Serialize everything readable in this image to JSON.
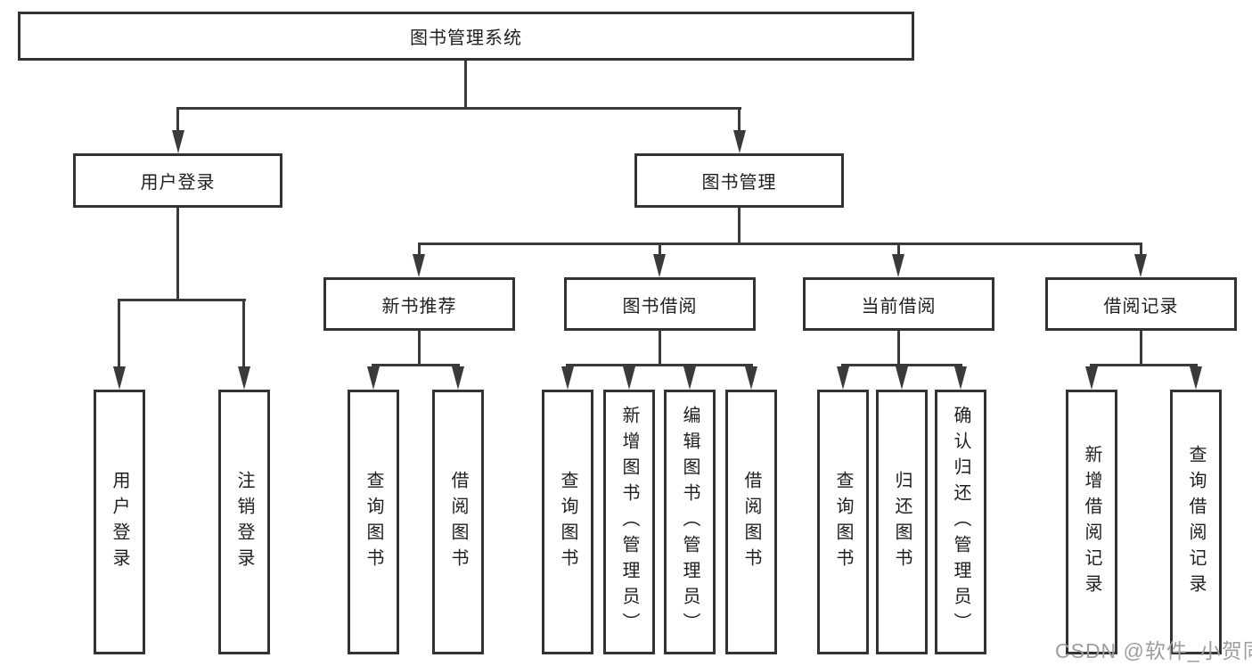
{
  "colors": {
    "line": "#3a3a3a",
    "border": "#333333",
    "text": "#1f1f1f",
    "background": "#ffffff",
    "watermark": "#9e9e9e"
  },
  "watermark": "CSDN @软件_小贺同学",
  "tree": {
    "root": {
      "label": "图书管理系统"
    },
    "login": {
      "label": "用户登录",
      "children": [
        {
          "label": "用户登录"
        },
        {
          "label": "注销登录"
        }
      ]
    },
    "manage": {
      "label": "图书管理"
    },
    "recommend": {
      "label": "新书推荐",
      "children": [
        {
          "label": "查询图书"
        },
        {
          "label": "借阅图书"
        }
      ]
    },
    "borrow": {
      "label": "图书借阅",
      "children": [
        {
          "label": "查询图书"
        },
        {
          "label": "新增图书（管理员）"
        },
        {
          "label": "编辑图书（管理员）"
        },
        {
          "label": "借阅图书"
        }
      ]
    },
    "current": {
      "label": "当前借阅",
      "children": [
        {
          "label": "查询图书"
        },
        {
          "label": "归还图书"
        },
        {
          "label": "确认归还（管理员）"
        }
      ]
    },
    "record": {
      "label": "借阅记录",
      "children": [
        {
          "label": "新增借阅记录"
        },
        {
          "label": "查询借阅记录"
        }
      ]
    }
  }
}
